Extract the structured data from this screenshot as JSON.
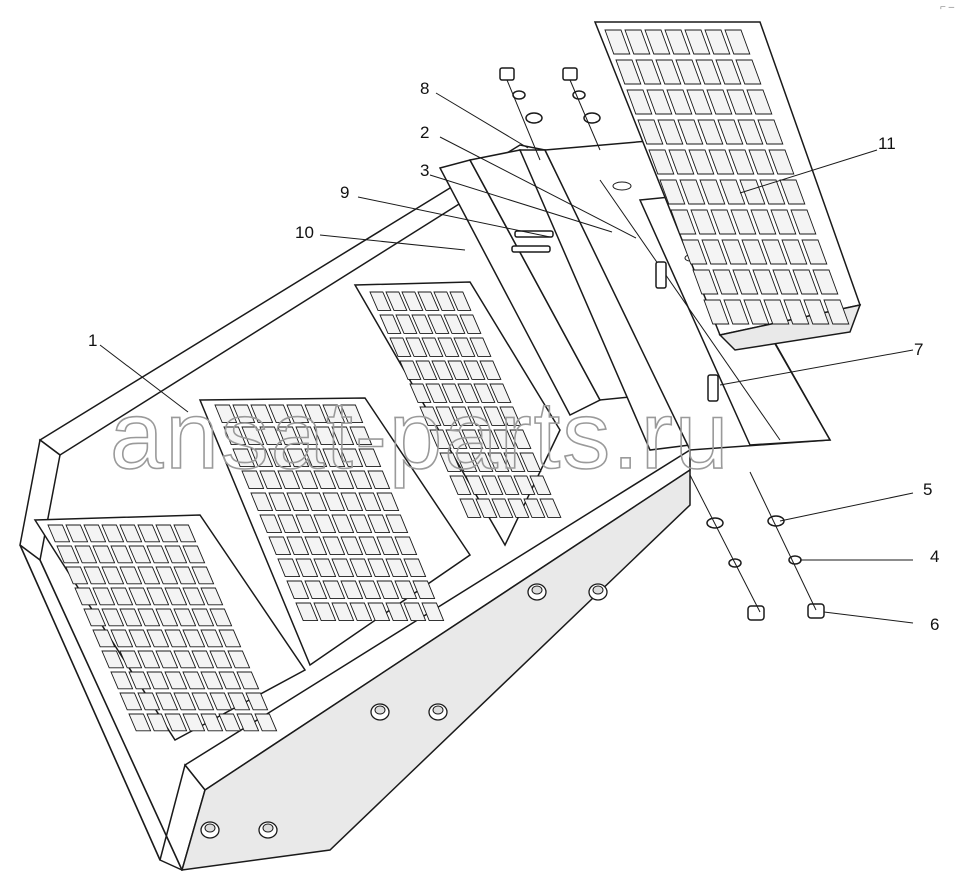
{
  "watermark": "ansat-parts.ru",
  "callouts": [
    {
      "id": "c1",
      "label": "1"
    },
    {
      "id": "c2",
      "label": "2"
    },
    {
      "id": "c3",
      "label": "3"
    },
    {
      "id": "c4",
      "label": "4"
    },
    {
      "id": "c5",
      "label": "5"
    },
    {
      "id": "c6",
      "label": "6"
    },
    {
      "id": "c7",
      "label": "7"
    },
    {
      "id": "c8",
      "label": "8"
    },
    {
      "id": "c9",
      "label": "9"
    },
    {
      "id": "c10",
      "label": "10"
    },
    {
      "id": "c11",
      "label": "11"
    }
  ],
  "colors": {
    "line": "#1a1a1a",
    "watermark": "#9a9a9a",
    "background": "#ffffff"
  }
}
